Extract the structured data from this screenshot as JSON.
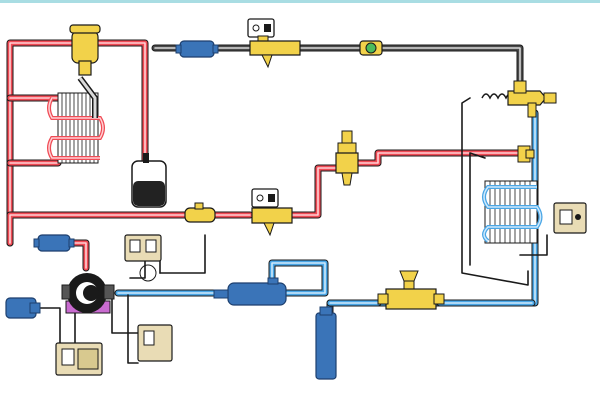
{
  "diagram": {
    "colors": {
      "background": "#ffffff",
      "frame_top": "#a9dde3",
      "pipe_outline": "#1a1a1a",
      "hot_discharge": "#f04b55",
      "hot_discharge_light": "#ffd0d4",
      "cold_suction": "#49a6e6",
      "cold_suction_light": "#cfe9fb",
      "liquid_line": "#4a4a4a",
      "liquid_line_light": "#d9d9d9",
      "brass_valve": "#f2d24a",
      "brass_valve_dark": "#a8892a",
      "component_blue": "#3a74b8",
      "component_blue_dark": "#1d3f6e",
      "control_box": "#e9dcb5",
      "receiver_fill": "#222222",
      "compressor_body": "#1a1a1a",
      "compressor_base": "#c96bd0",
      "sight_glass": "#4cbc5c"
    },
    "components": [
      {
        "name": "compressor",
        "icon": "compressor-icon"
      },
      {
        "name": "air-cooled-condenser",
        "icon": "condenser-coil-icon"
      },
      {
        "name": "liquid-receiver",
        "icon": "receiver-tank-icon"
      },
      {
        "name": "filter-drier",
        "icon": "filter-drier-icon"
      },
      {
        "name": "solenoid-valve-liquid",
        "icon": "solenoid-valve-icon"
      },
      {
        "name": "sight-glass",
        "icon": "sight-glass-icon"
      },
      {
        "name": "thermostatic-expansion-valve",
        "icon": "expansion-valve-icon"
      },
      {
        "name": "evaporator",
        "icon": "evaporator-coil-icon"
      },
      {
        "name": "hot-gas-bypass-valve",
        "icon": "bypass-valve-icon"
      },
      {
        "name": "hot-gas-solenoid-valve",
        "icon": "solenoid-valve-icon"
      },
      {
        "name": "oil-separator",
        "icon": "oil-separator-icon"
      },
      {
        "name": "suction-accumulator",
        "icon": "accumulator-icon"
      },
      {
        "name": "suction-heat-exchanger",
        "icon": "heat-exchanger-icon"
      },
      {
        "name": "crankcase-pressure-regulator",
        "icon": "pressure-regulator-icon"
      },
      {
        "name": "pressure-controls",
        "icon": "pressure-switch-icon"
      },
      {
        "name": "room-thermostat",
        "icon": "thermostat-icon"
      }
    ]
  }
}
